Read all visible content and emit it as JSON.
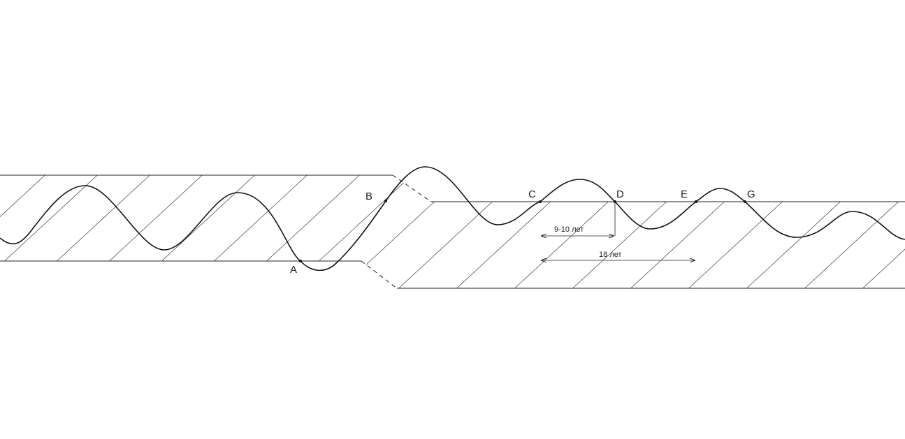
{
  "colors": {
    "background": "#ffffff",
    "stroke": "#222222",
    "hatch": "#555555"
  },
  "points": {
    "A": "A",
    "B": "B",
    "C": "C",
    "D": "D",
    "E": "E",
    "G": "G"
  },
  "intervals": {
    "short": "9-10 лет",
    "long": "18 лет"
  }
}
